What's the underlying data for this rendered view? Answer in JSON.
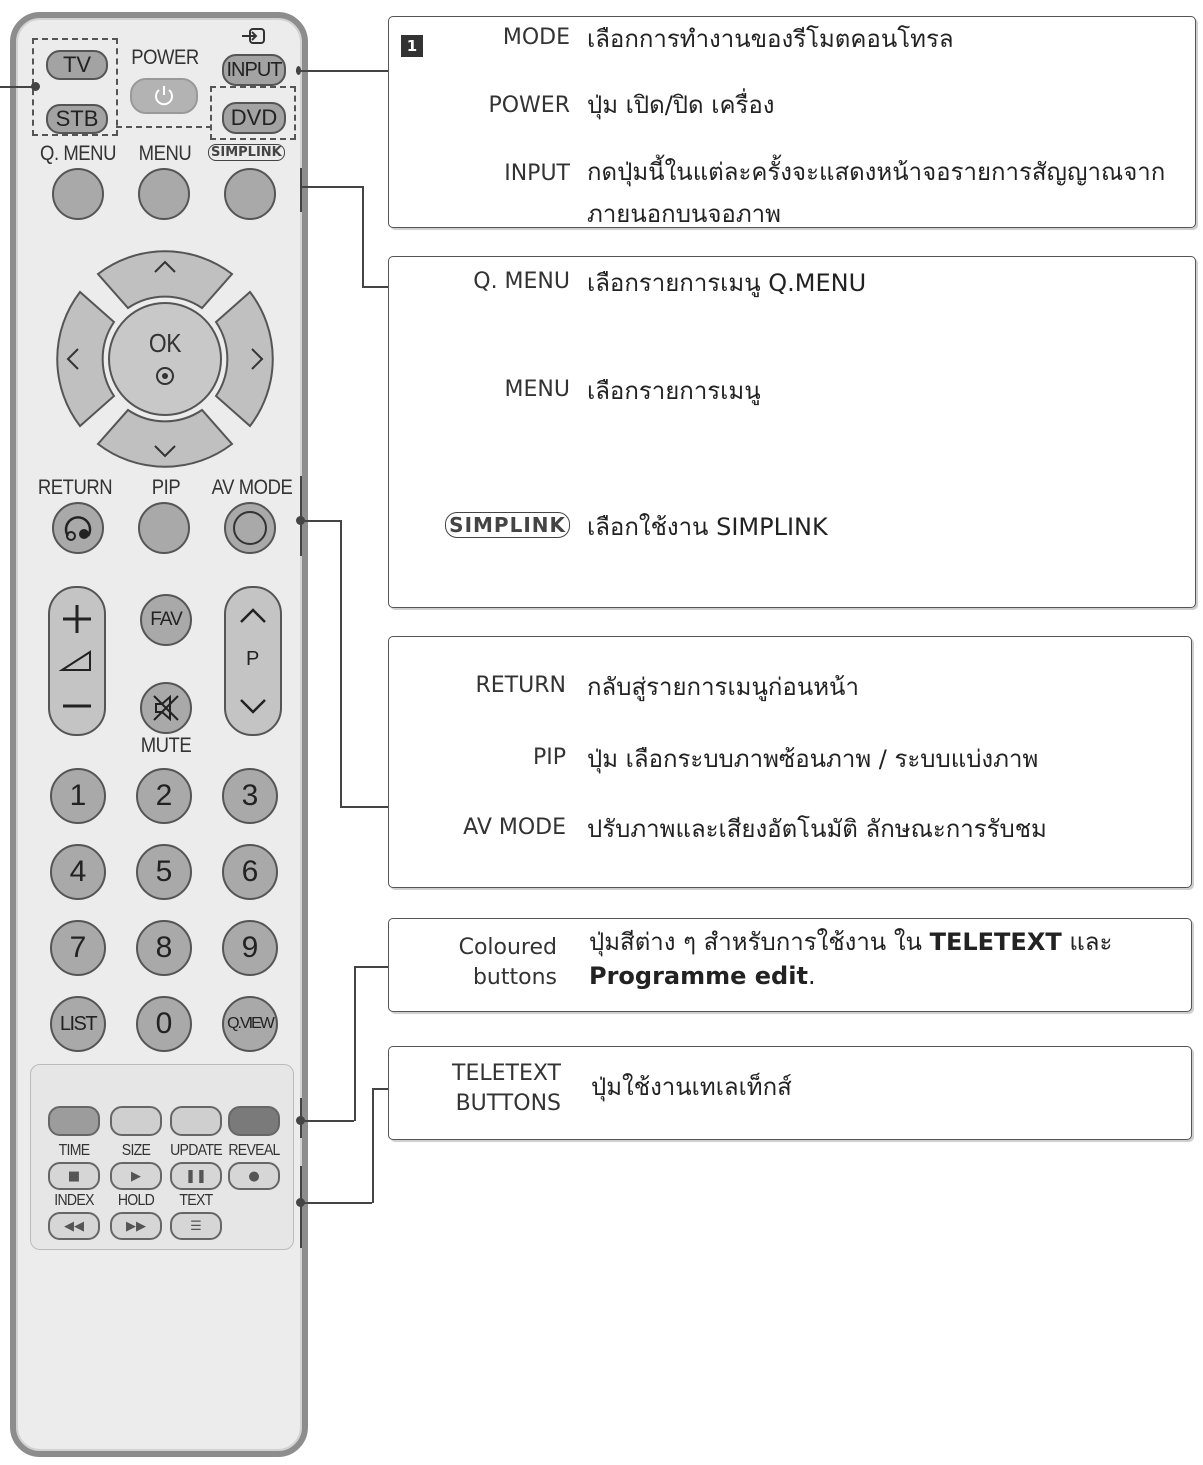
{
  "remote": {
    "tv": "TV",
    "stb": "STB",
    "power": "POWER",
    "input": "INPUT",
    "dvd": "DVD",
    "qmenu": "Q. MENU",
    "menu": "MENU",
    "simplink": "SIMPLINK",
    "ok": "OK",
    "return": "RETURN",
    "pip": "PIP",
    "avmode": "AV MODE",
    "fav": "FAV",
    "p": "P",
    "mute": "MUTE",
    "numbers": [
      "1",
      "2",
      "3",
      "4",
      "5",
      "6",
      "7",
      "8",
      "9"
    ],
    "list": "LIST",
    "zero": "0",
    "qview": "Q.VIEW",
    "coloured_buttons": [
      "#9c9c9c",
      "#cfcfcf",
      "#cfcfcf",
      "#7a7a7a"
    ],
    "tele_row1": [
      "TIME",
      "SIZE",
      "UPDATE",
      "REVEAL"
    ],
    "tele_row2": [
      "INDEX",
      "HOLD",
      "TEXT"
    ]
  },
  "box1": {
    "badge": "1",
    "mode_key": "MODE",
    "mode_desc": "เลือกการทำงานของรีโมตคอนโทรล",
    "power_key": "POWER",
    "power_desc": "ปุ่ม เปิด/ปิด เครื่อง",
    "input_key": "INPUT",
    "input_desc": "กดปุ่มนี้ในแต่ละครั้งจะแสดงหน้าจอรายการสัญญาณจากภายนอกบนจอภาพ"
  },
  "box2": {
    "qmenu_key": "Q. MENU",
    "qmenu_desc": "เลือกรายการเมนู Q.MENU",
    "menu_key": "MENU",
    "menu_desc": "เลือกรายการเมนู",
    "simplink_key": "SIMPLINK",
    "simplink_desc": "เลือกใช้งาน SIMPLINK"
  },
  "box3": {
    "return_key": "RETURN",
    "return_desc": "กลับสู่รายการเมนูก่อนหน้า",
    "pip_key": "PIP",
    "pip_desc": "ปุ่ม เลือกระบบภาพซ้อนภาพ / ระบบแบ่งภาพ",
    "avmode_key": "AV MODE",
    "avmode_desc": "ปรับภาพและเสียงอัตโนมัติ ลักษณะการรับชม"
  },
  "box4": {
    "key_line1": "Coloured",
    "key_line2": "buttons",
    "desc_pre": "ปุ่มสีต่าง ๆ สำหรับการใช้งาน ใน ",
    "desc_bold1": "TELETEXT",
    "desc_mid": " และ",
    "desc_bold2": "Programme edit",
    "desc_end": "."
  },
  "box5": {
    "key_line1": "TELETEXT",
    "key_line2": "BUTTONS",
    "desc": "ปุ่มใช้งานเทเลเท็กส์"
  }
}
